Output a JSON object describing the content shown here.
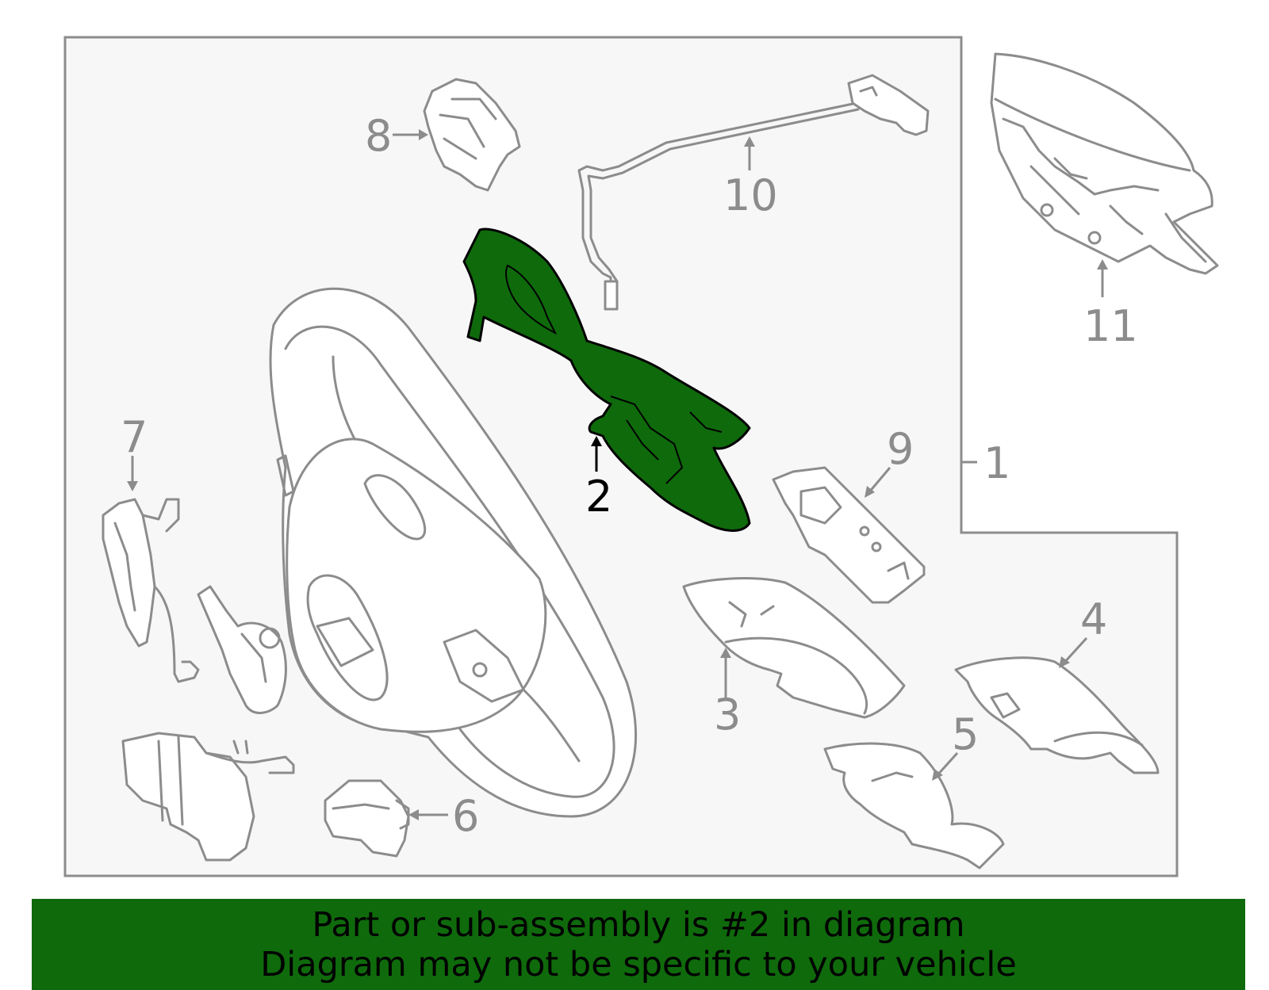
{
  "diagram": {
    "callouts": [
      "1",
      "2",
      "3",
      "4",
      "5",
      "6",
      "7",
      "8",
      "9",
      "10",
      "11"
    ],
    "highlighted_part": "2",
    "highlight_color": "#0f6a0c",
    "line_color": "#8c8c8c"
  },
  "caption": {
    "line1": "Part or sub-assembly is #2 in diagram",
    "line2": "Diagram may not be specific to your vehicle",
    "background": "#0f6a0c"
  }
}
